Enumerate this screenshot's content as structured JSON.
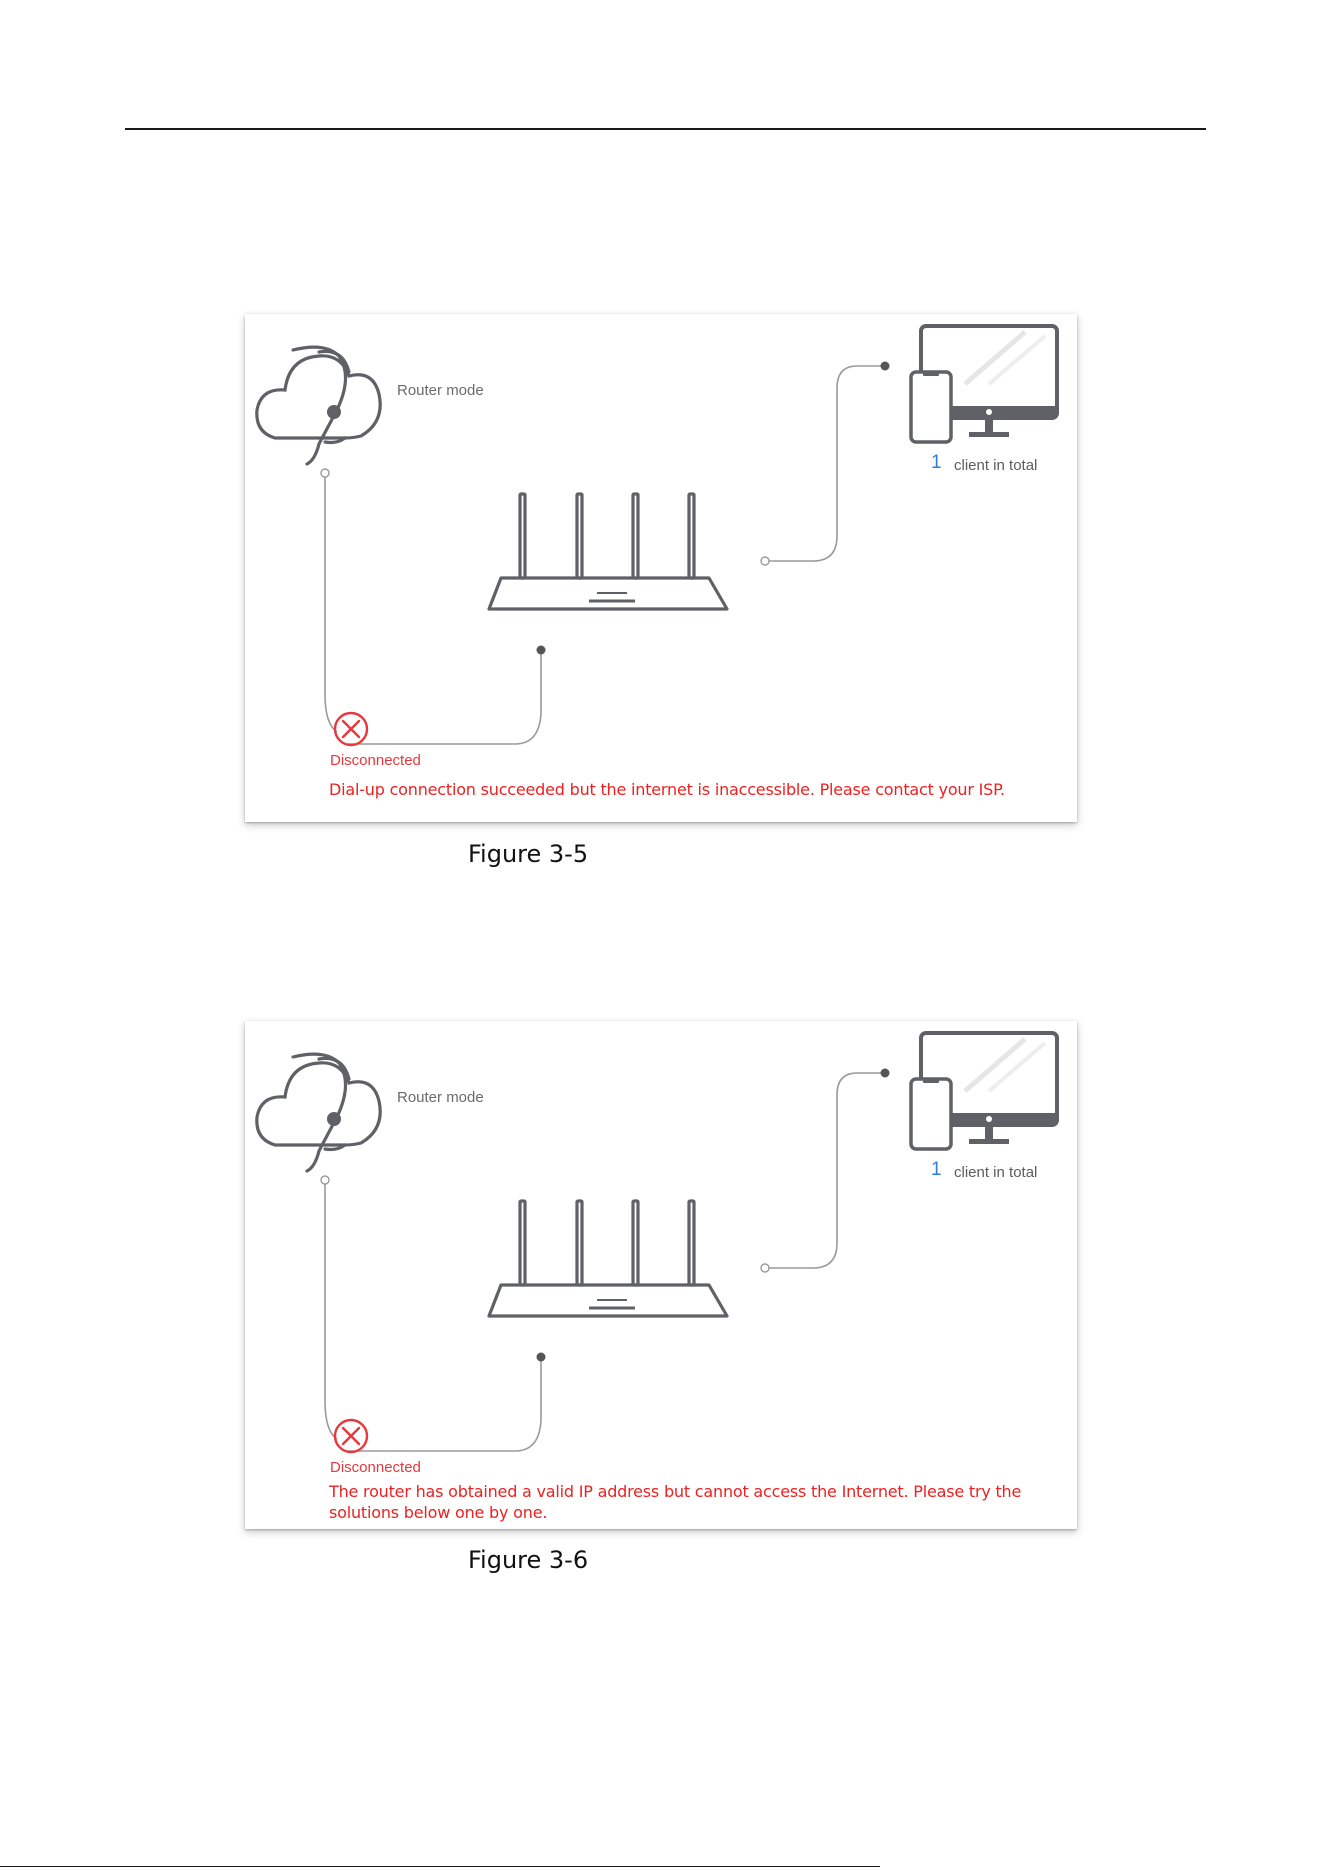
{
  "figures": [
    {
      "mode_label": "Router mode",
      "client_count": "1",
      "client_label": "client in total",
      "status_label": "Disconnected",
      "error_message": "Dial-up connection succeeded but the internet is inaccessible. Please contact your ISP.",
      "caption": "Figure 3-5"
    },
    {
      "mode_label": "Router mode",
      "client_count": "1",
      "client_label": "client in total",
      "status_label": "Disconnected",
      "error_message": "The router has obtained a valid IP address but cannot access the Internet. Please try the solutions below one by one.",
      "caption": "Figure 3-6"
    }
  ],
  "icons": [
    "internet-cloud-icon",
    "router-icon",
    "phone-icon",
    "monitor-icon",
    "disconnected-x-icon"
  ],
  "colors": {
    "icon_gray": "#5f6166",
    "line_gray": "#9a9a9a",
    "error_red": "#e8383d",
    "count_blue": "#2f7fd6"
  }
}
